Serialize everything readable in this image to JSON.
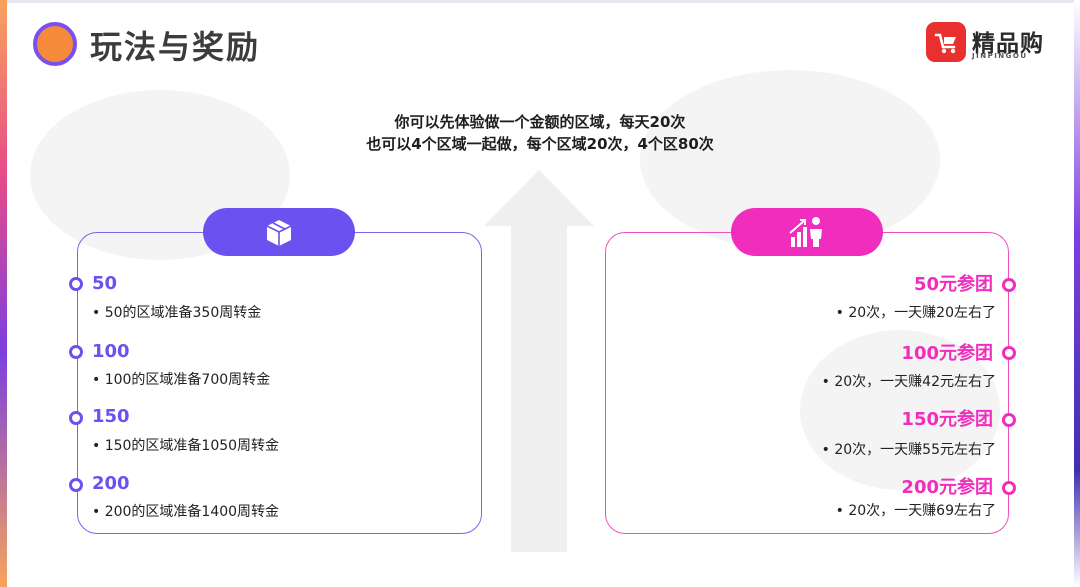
{
  "header": {
    "title": "玩法与奖励",
    "brand_name": "精品购",
    "brand_sub": "JINPINGOU"
  },
  "intro": {
    "line1": "你可以先体验做一个金额的区域，每天20次",
    "line2": "也可以4个区域一起做，每个区域20次，4个区80次"
  },
  "left_panel": {
    "icon": "box-icon",
    "items": [
      {
        "heading": "50",
        "bullet": "•  50的区域准备350周转金"
      },
      {
        "heading": "100",
        "bullet": "•  100的区域准备700周转金"
      },
      {
        "heading": "150",
        "bullet": "•  150的区域准备1050周转金"
      },
      {
        "heading": "200",
        "bullet": "•  200的区域准备1400周转金"
      }
    ]
  },
  "right_panel": {
    "icon": "growth-person-icon",
    "items": [
      {
        "heading": "50元参团",
        "bullet": "•  20次，一天赚20左右了"
      },
      {
        "heading": "100元参团",
        "bullet": "•  20次，一天赚42元左右了"
      },
      {
        "heading": "150元参团",
        "bullet": "•  20次，一天赚55元左右了"
      },
      {
        "heading": "200元参团",
        "bullet": "•    20次，一天赚69左右了"
      }
    ]
  },
  "colors": {
    "purple": "#6b52f0",
    "pink": "#f02dbd",
    "orange": "#f58a3a"
  }
}
